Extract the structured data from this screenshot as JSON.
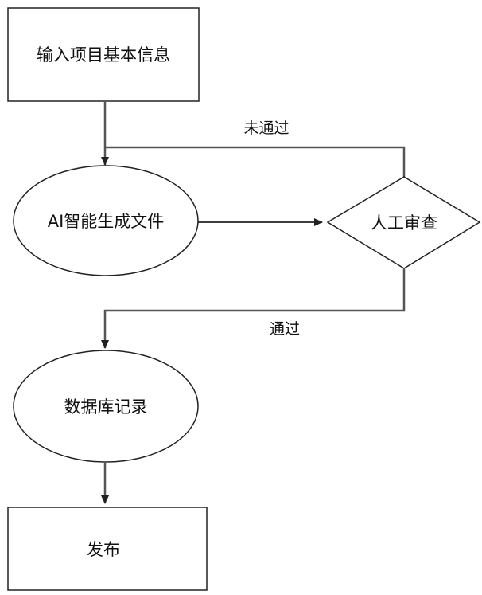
{
  "nodes": {
    "input_info": "输入项目基本信息",
    "ai_generate": "AI智能生成文件",
    "manual_review": "人工审查",
    "db_record": "数据库记录",
    "publish": "发布"
  },
  "edges": {
    "fail_label": "未通过",
    "pass_label": "通过"
  }
}
